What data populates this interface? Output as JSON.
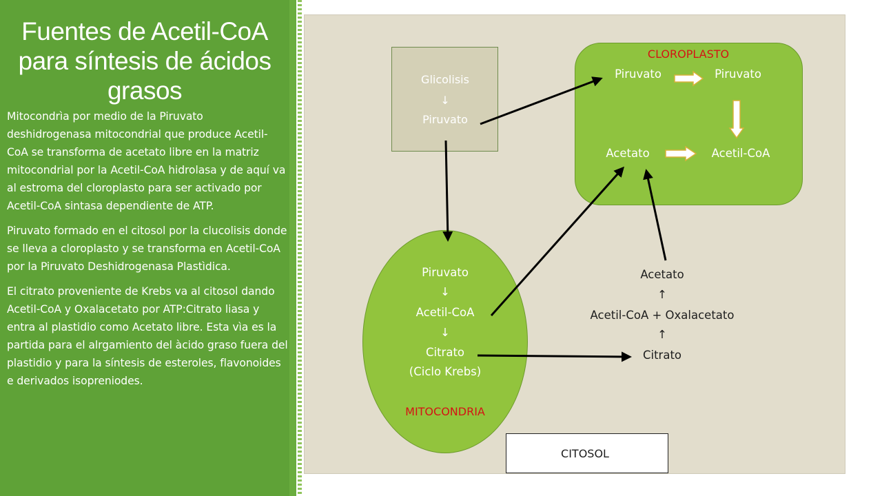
{
  "slide": {
    "title": "Fuentes de Acetil-CoA para síntesis de ácidos grasos",
    "paragraphs": [
      "Mitocondrìa por medio de la Piruvato deshidrogenasa mitocondrial que produce Acetil-CoA se transforma de acetato libre en la matriz mitocondrial por la Acetil-CoA hidrolasa y de aquí va al estroma del cloroplasto para ser activado por Acetil-CoA sintasa dependiente de ATP.",
      "Piruvato formado en el citosol por la clucolisis donde se lleva a cloroplasto y se transforma en Acetil-CoA por la Piruvato Deshidrogenasa Plastìdica.",
      "El citrato proveniente de Krebs va al citosol dando Acetil-CoA y Oxalacetato por ATP:Citrato liasa y entra al plastidio como Acetato libre. Esta vìa es la partida para el alrgamiento del àcido graso fuera del plastidio y para la síntesis de esteroles, flavonoides e derivados isopreniodes."
    ]
  },
  "diagram": {
    "glycolysis": {
      "line1": "Glicolisis",
      "arrow": "↓",
      "line2": "Piruvato"
    },
    "chloroplast": {
      "label": "CLOROPLASTO",
      "piruvato_a": "Piruvato",
      "piruvato_b": "Piruvato",
      "acetato": "Acetato",
      "acetil_coa": "Acetil-CoA"
    },
    "mitochondria": {
      "piruvato": "Piruvato",
      "arrow1": "↓",
      "acetil_coa": "Acetil-CoA",
      "arrow2": "↓",
      "citrato": "Citrato",
      "ciclo": "(Ciclo Krebs)",
      "label": "MITOCONDRIA"
    },
    "cytosol": {
      "acetato": "Acetato",
      "arrow1": "↑",
      "acetil_oxal": "Acetil-CoA + Oxalacetato",
      "arrow2": "↑",
      "citrato": "Citrato"
    },
    "citosol_label": "CITOSOL"
  },
  "colors": {
    "sidebar": "#5fa237",
    "canvas": "#e2ddcc",
    "chloroplast": "#8fc33f",
    "mitochondria": "#92c43d",
    "compartment_label": "#d41414"
  }
}
